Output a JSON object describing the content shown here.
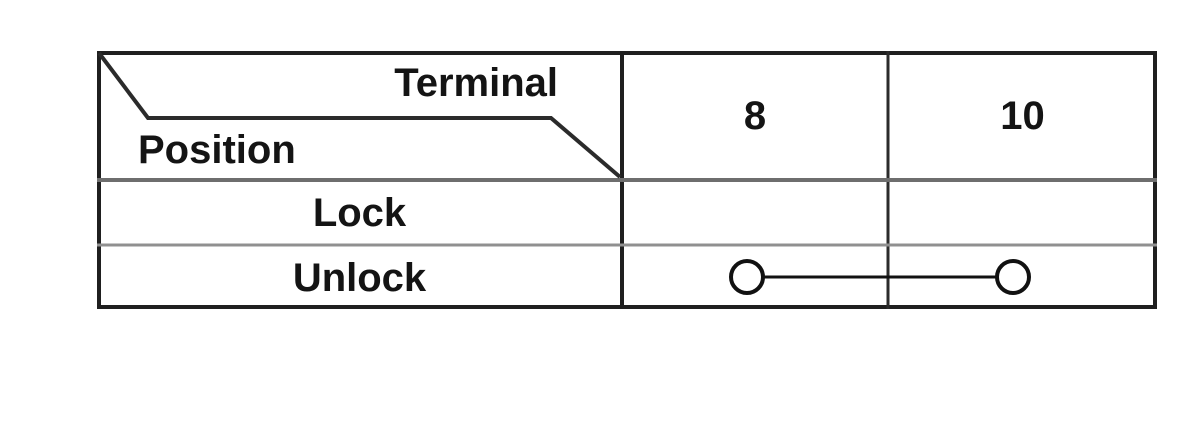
{
  "diagram": {
    "corner": {
      "terminal_label": "Terminal",
      "position_label": "Position"
    },
    "columns": [
      "8",
      "10"
    ],
    "rows": [
      {
        "position": "Lock",
        "connected_terminals": []
      },
      {
        "position": "Unlock",
        "connected_terminals": [
          "8",
          "10"
        ]
      }
    ],
    "colors": {
      "border": "#1f1f1f",
      "grid_dark": "#2b2b2b",
      "grid_medium": "#6e6e6e",
      "grid_light": "#909090",
      "text": "#141414",
      "background": "#ffffff"
    }
  }
}
